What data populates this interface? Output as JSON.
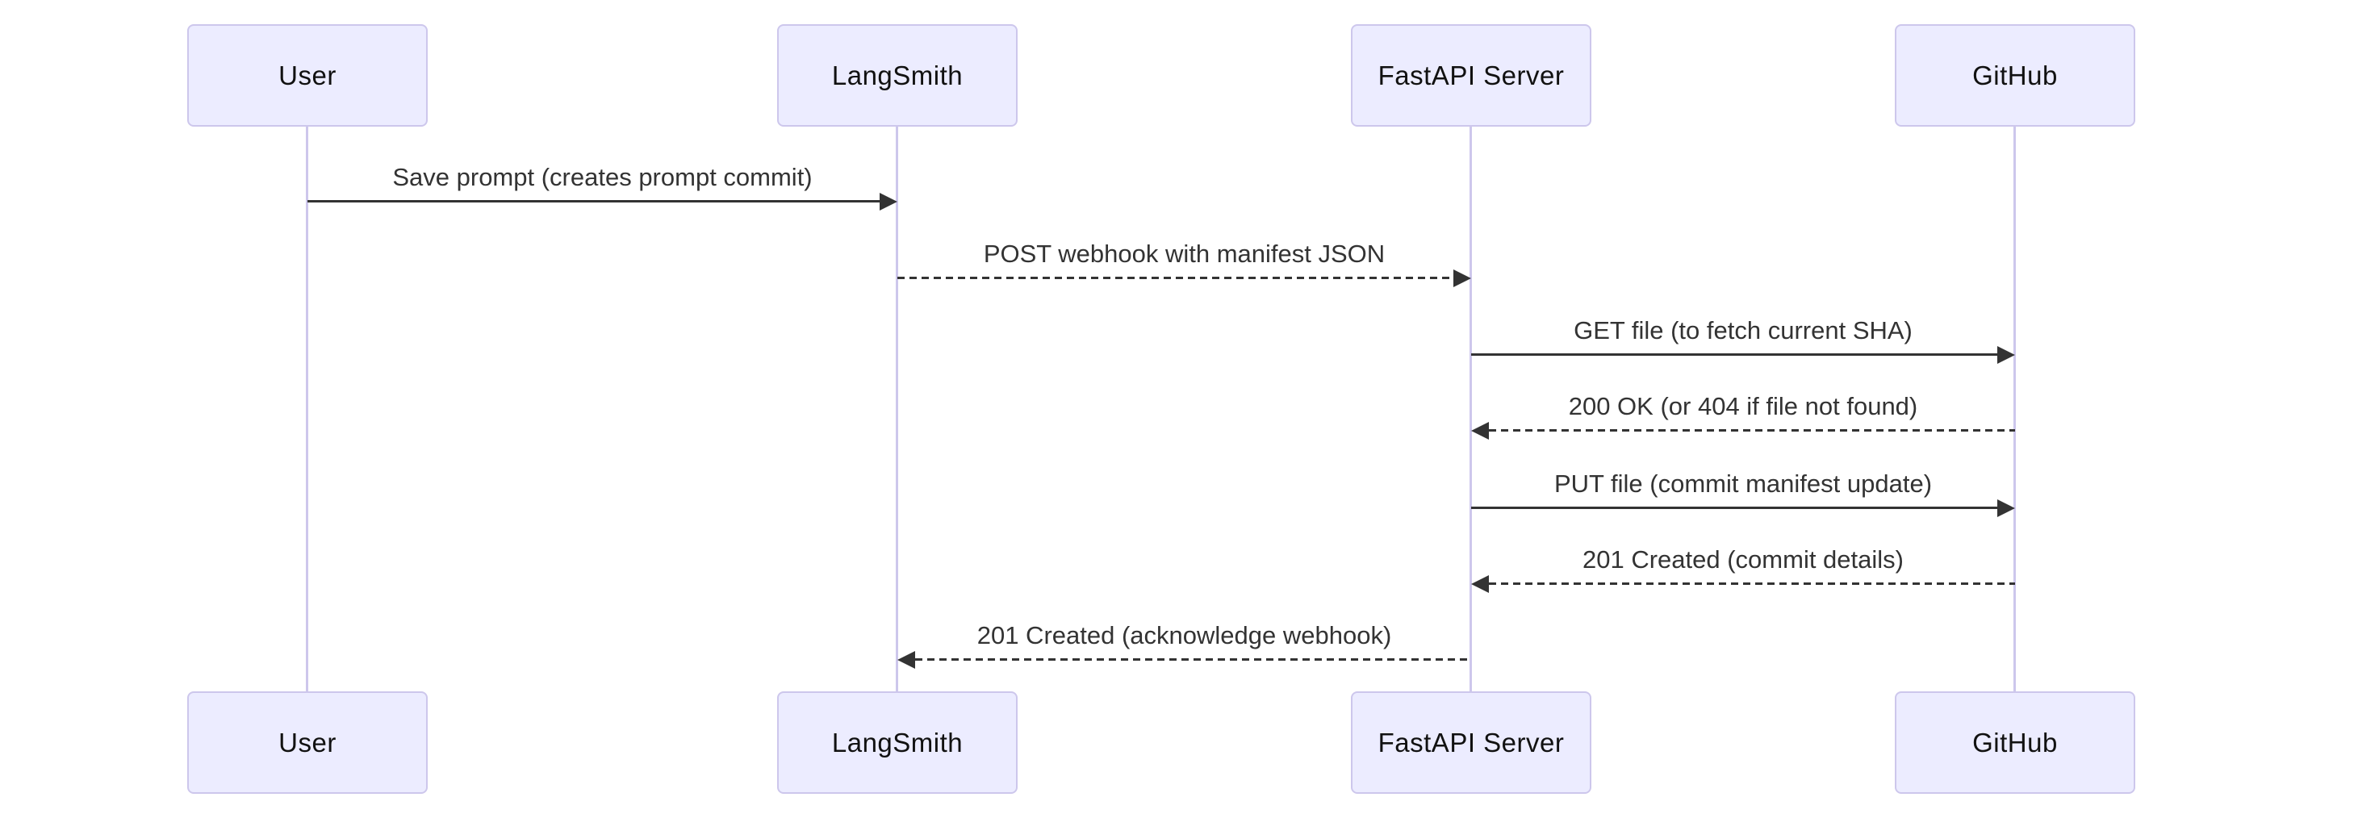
{
  "diagram": {
    "type": "sequence-diagram",
    "background": "#ffffff",
    "colors": {
      "actor_fill": "#ECECFF",
      "actor_border": "#CDC7EC",
      "lifeline": "#CDC7EC",
      "arrow": "#333333",
      "message_text": "#333333",
      "actor_text": "#111111"
    },
    "participants": [
      {
        "name": "User"
      },
      {
        "name": "LangSmith"
      },
      {
        "name": "FastAPI Server"
      },
      {
        "name": "GitHub"
      }
    ],
    "messages": [
      {
        "from": "User",
        "to": "LangSmith",
        "label": "Save prompt (creates prompt commit)",
        "style": "solid",
        "direction": "right"
      },
      {
        "from": "LangSmith",
        "to": "FastAPI Server",
        "label": "POST webhook with manifest JSON",
        "style": "dashed",
        "direction": "right"
      },
      {
        "from": "FastAPI Server",
        "to": "GitHub",
        "label": "GET file (to fetch current SHA)",
        "style": "solid",
        "direction": "right"
      },
      {
        "from": "GitHub",
        "to": "FastAPI Server",
        "label": "200 OK (or 404 if file not found)",
        "style": "dashed",
        "direction": "left"
      },
      {
        "from": "FastAPI Server",
        "to": "GitHub",
        "label": "PUT file (commit manifest update)",
        "style": "solid",
        "direction": "right"
      },
      {
        "from": "GitHub",
        "to": "FastAPI Server",
        "label": "201 Created (commit details)",
        "style": "dashed",
        "direction": "left"
      },
      {
        "from": "FastAPI Server",
        "to": "LangSmith",
        "label": "201 Created (acknowledge webhook)",
        "style": "dashed",
        "direction": "left"
      }
    ]
  }
}
